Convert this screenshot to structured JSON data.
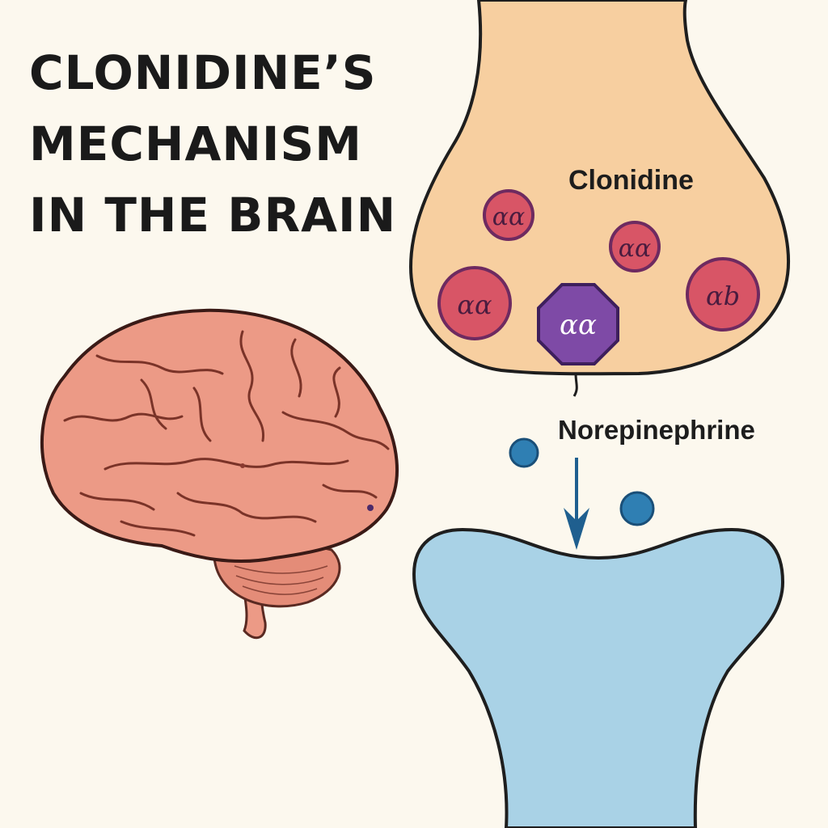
{
  "title": {
    "lines": [
      "CLONIDINE’S",
      "MECHANISM",
      "IN THE BRAIN"
    ]
  },
  "labels": {
    "clonidine": "Clonidine",
    "norepinephrine": "Norepinephrine"
  },
  "receptors": [
    {
      "label": "αα",
      "shape": "circle"
    },
    {
      "label": "αα",
      "shape": "circle"
    },
    {
      "label": "αα",
      "shape": "circle"
    },
    {
      "label": "αb",
      "shape": "circle"
    },
    {
      "label": "αα",
      "shape": "octagon"
    }
  ],
  "icons": [
    "brain-icon",
    "presynaptic-terminal",
    "postsynaptic-terminal",
    "release-arrow"
  ],
  "colors": {
    "background": "#fcf8ee",
    "presynaptic": "#f7cfa0",
    "postsynaptic": "#a9d2e6",
    "receptor": "#d85566",
    "receptor_border": "#6e2a60",
    "octagon": "#7e4aa6",
    "norepinephrine": "#2f7fb3",
    "brain": "#ec9a86",
    "outline": "#1e1e1e"
  }
}
